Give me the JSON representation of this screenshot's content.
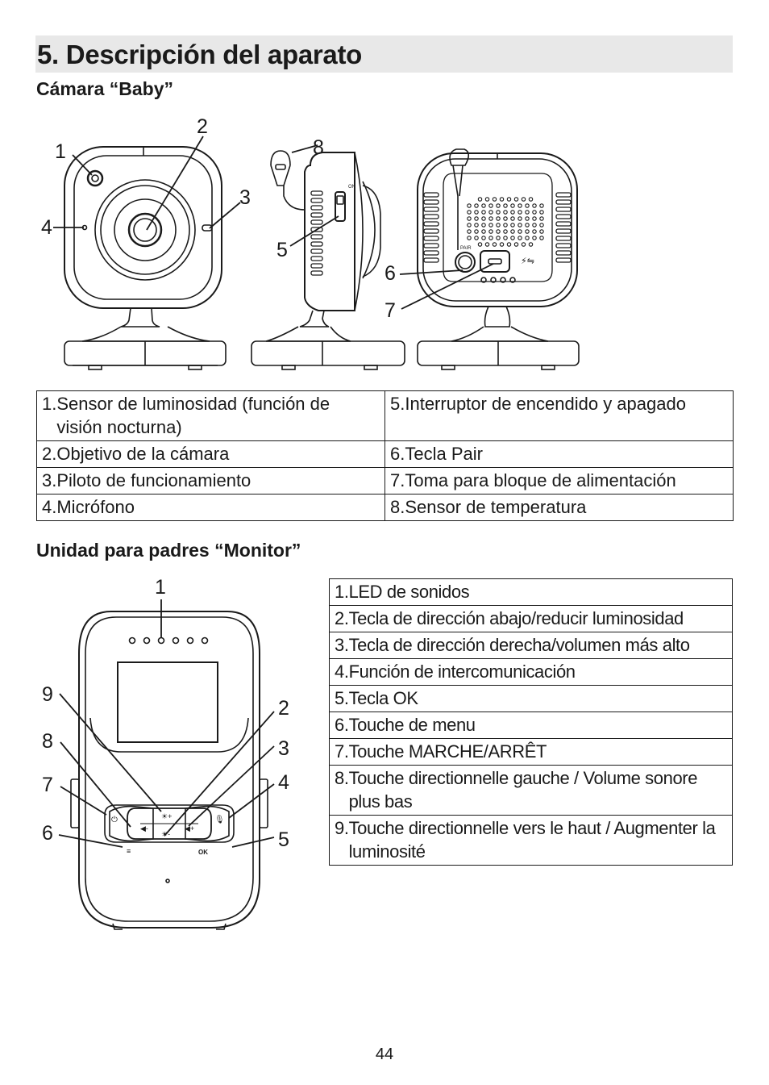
{
  "section": {
    "title": "5. Descripción del aparato"
  },
  "camera": {
    "heading": "Cámara “Baby”",
    "callouts": [
      "1",
      "2",
      "3",
      "4",
      "5",
      "6",
      "7",
      "8"
    ],
    "labels": {
      "switch_on": "ON",
      "pair": "PAIR"
    },
    "parts_left": [
      {
        "num": "1.",
        "text": "Sensor de luminosidad (función de visión nocturna)"
      },
      {
        "num": "2.",
        "text": "Objetivo de la cámara"
      },
      {
        "num": "3.",
        "text": "Piloto de funcionamiento"
      },
      {
        "num": "4.",
        "text": "Micrófono"
      }
    ],
    "parts_right": [
      {
        "num": "5.",
        "text": "Interruptor de encendido y apagado"
      },
      {
        "num": "6.",
        "text": "Tecla Pair"
      },
      {
        "num": "7.",
        "text": "Toma para bloque de alimentación"
      },
      {
        "num": "8.",
        "text": "Sensor de temperatura"
      }
    ]
  },
  "monitor": {
    "heading": "Unidad para padres “Monitor”",
    "callouts": [
      "1",
      "2",
      "3",
      "4",
      "5",
      "6",
      "7",
      "8",
      "9"
    ],
    "labels": {
      "ok_key": "OK"
    },
    "parts": [
      {
        "num": "1.",
        "text": "LED de sonidos"
      },
      {
        "num": "2.",
        "text": "Tecla de dirección abajo/reducir luminosidad"
      },
      {
        "num": "3.",
        "text": "Tecla de dirección derecha/volumen más alto"
      },
      {
        "num": "4.",
        "text": "Función de intercomunicación"
      },
      {
        "num": "5.",
        "text": "Tecla OK"
      },
      {
        "num": "6.",
        "text": "Touche de menu"
      },
      {
        "num": "7.",
        "text": "Touche MARCHE/ARRÊT"
      },
      {
        "num": "8.",
        "text": "Touche directionnelle gauche / Volume sonore plus bas"
      },
      {
        "num": "9.",
        "text": "Touche directionnelle vers le haut / Augmenter la luminosité"
      }
    ]
  },
  "page": {
    "number": "44"
  }
}
